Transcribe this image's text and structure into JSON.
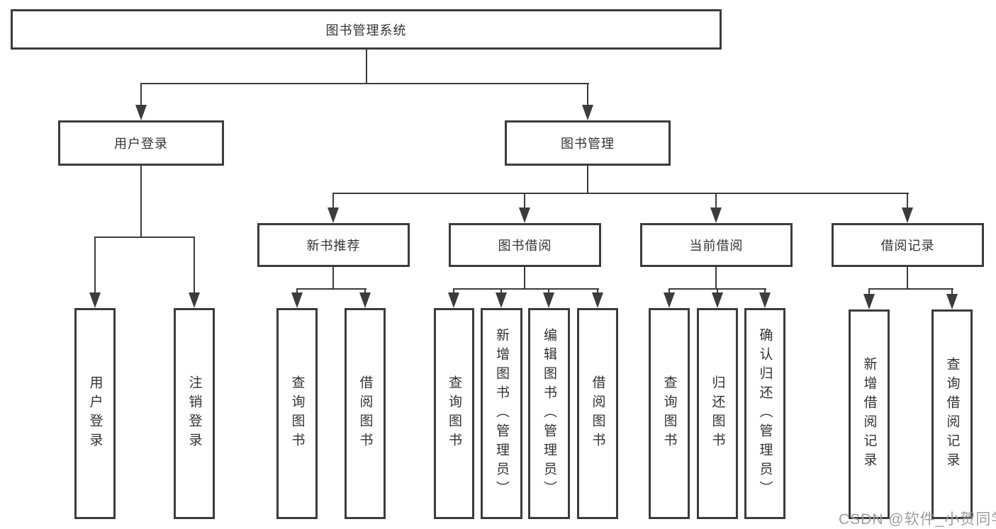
{
  "tree": {
    "root": "图书管理系统",
    "branches": [
      {
        "label": "用户登录",
        "children": [
          "用户登录",
          "注销登录"
        ]
      },
      {
        "label": "图书管理",
        "groups": [
          {
            "label": "新书推荐",
            "children": [
              "查询图书",
              "借阅图书"
            ]
          },
          {
            "label": "图书借阅",
            "children": [
              "查询图书",
              "新增图书（管理员）",
              "编辑图书（管理员）",
              "借阅图书"
            ]
          },
          {
            "label": "当前借阅",
            "children": [
              "查询图书",
              "归还图书",
              "确认归还（管理员）"
            ]
          },
          {
            "label": "借阅记录",
            "children": [
              "新增借阅记录",
              "查询借阅记录"
            ]
          }
        ]
      }
    ]
  },
  "watermark": "CSDN @软件_小贺同学",
  "colors": {
    "line": "#3c3c3c",
    "text": "#333333",
    "watermark": "#9e9e9e",
    "background": "#ffffff"
  }
}
